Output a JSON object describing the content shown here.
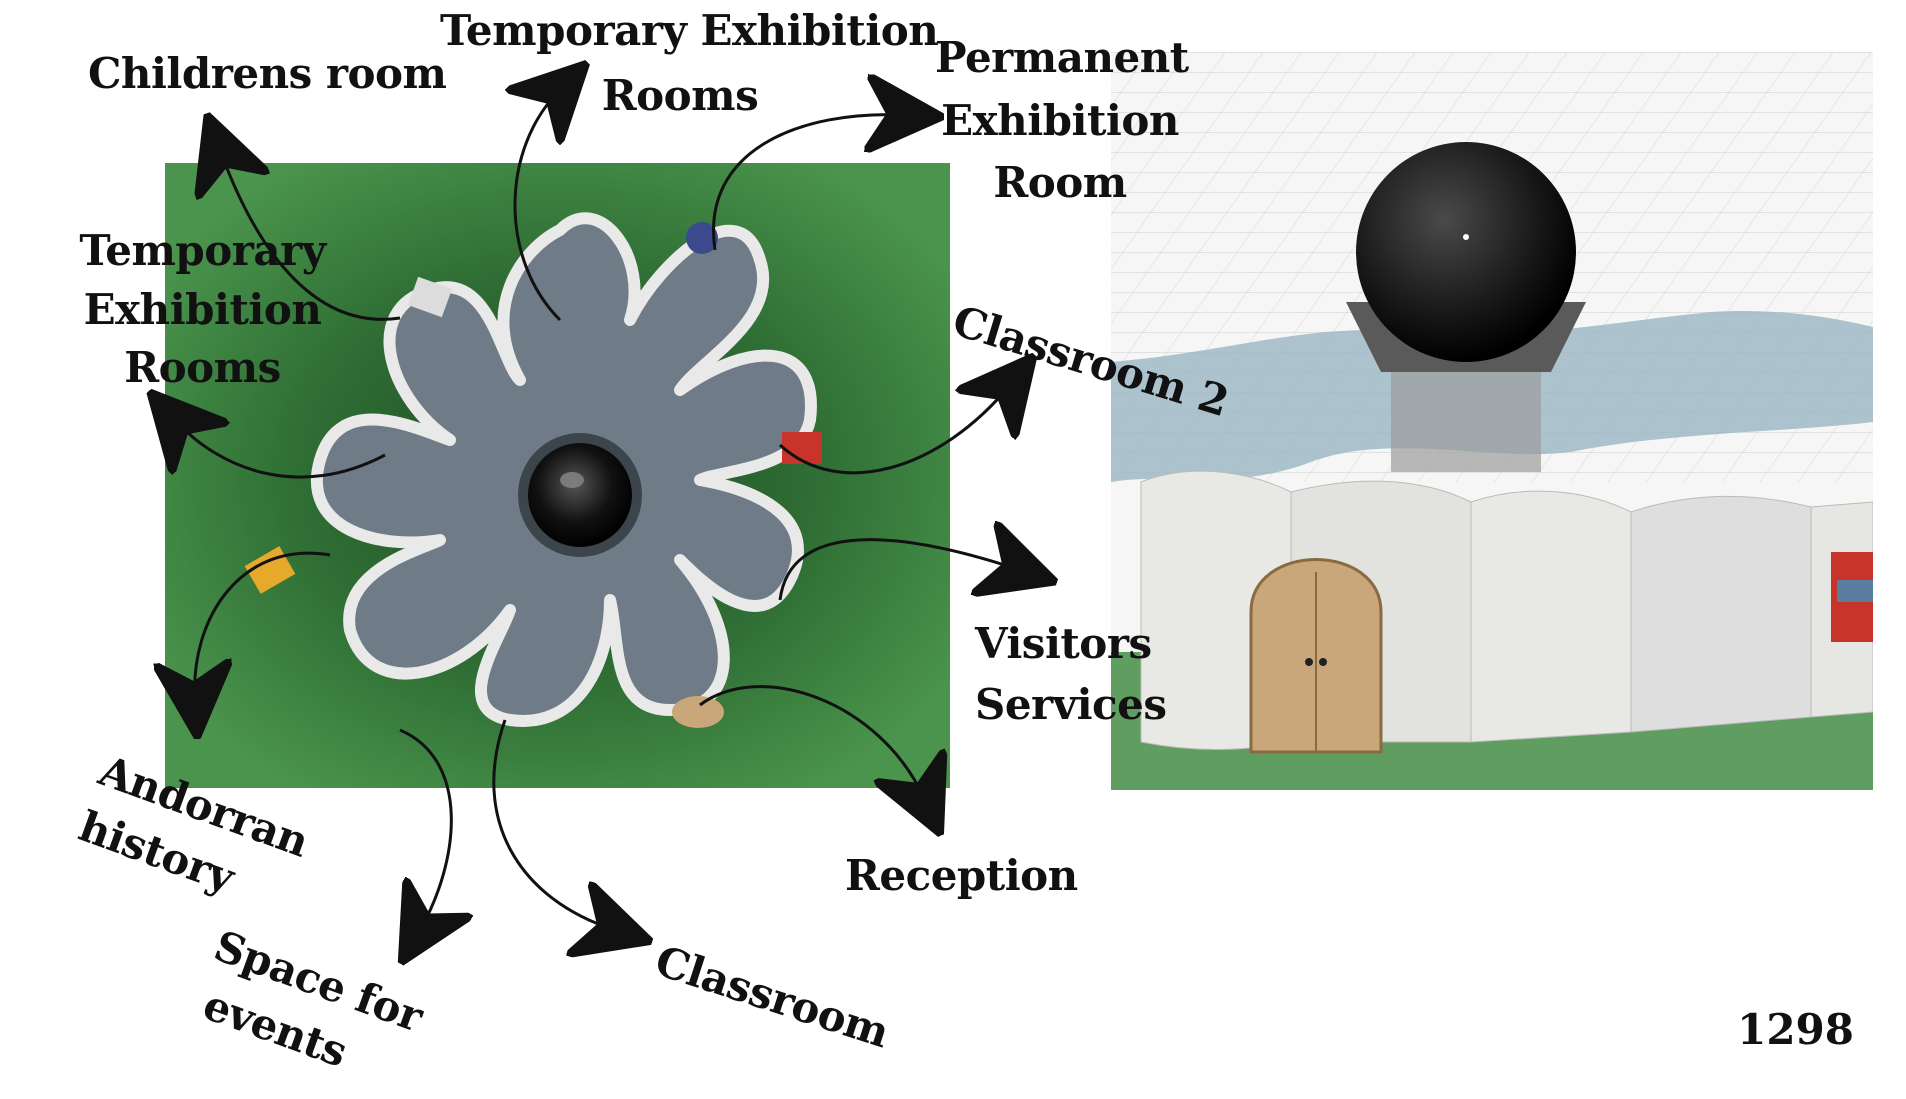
{
  "labels": {
    "childrens_room": "Childrens room",
    "temporary_exhibition_top": "Temporary Exhibition Rooms",
    "temporary_exhibition_top_line1": "Temporary Exhibition",
    "temporary_exhibition_top_line2": "Rooms",
    "permanent_exhibition_line1": "Permanent",
    "permanent_exhibition_line2": "Exhibition",
    "permanent_exhibition_line3": "Room",
    "temporary_exhibition_left_line1": "Temporary",
    "temporary_exhibition_left_line2": "Exhibition",
    "temporary_exhibition_left_line3": "Rooms",
    "classroom_2": "Classroom 2",
    "visitors_services_line1": "Visitors",
    "visitors_services_line2": "Services",
    "andorran_history_line1": "Andorran",
    "andorran_history_line2": "history",
    "space_for_events_line1": "Space for",
    "space_for_events_line2": "events",
    "classroom": "Classroom",
    "reception": "Reception"
  },
  "page_number": "1298",
  "colors": {
    "site_green": "#3f8a44",
    "roof_grey": "#6f7b86",
    "wall_white": "#e8e8e4",
    "sphere_black": "#1a1a1a",
    "ground_green": "#5f9e60",
    "door_wood": "#c9a77a",
    "accent_red": "#c8342a",
    "accent_yellow": "#e6a92c",
    "accent_blue": "#3a4a8c"
  }
}
